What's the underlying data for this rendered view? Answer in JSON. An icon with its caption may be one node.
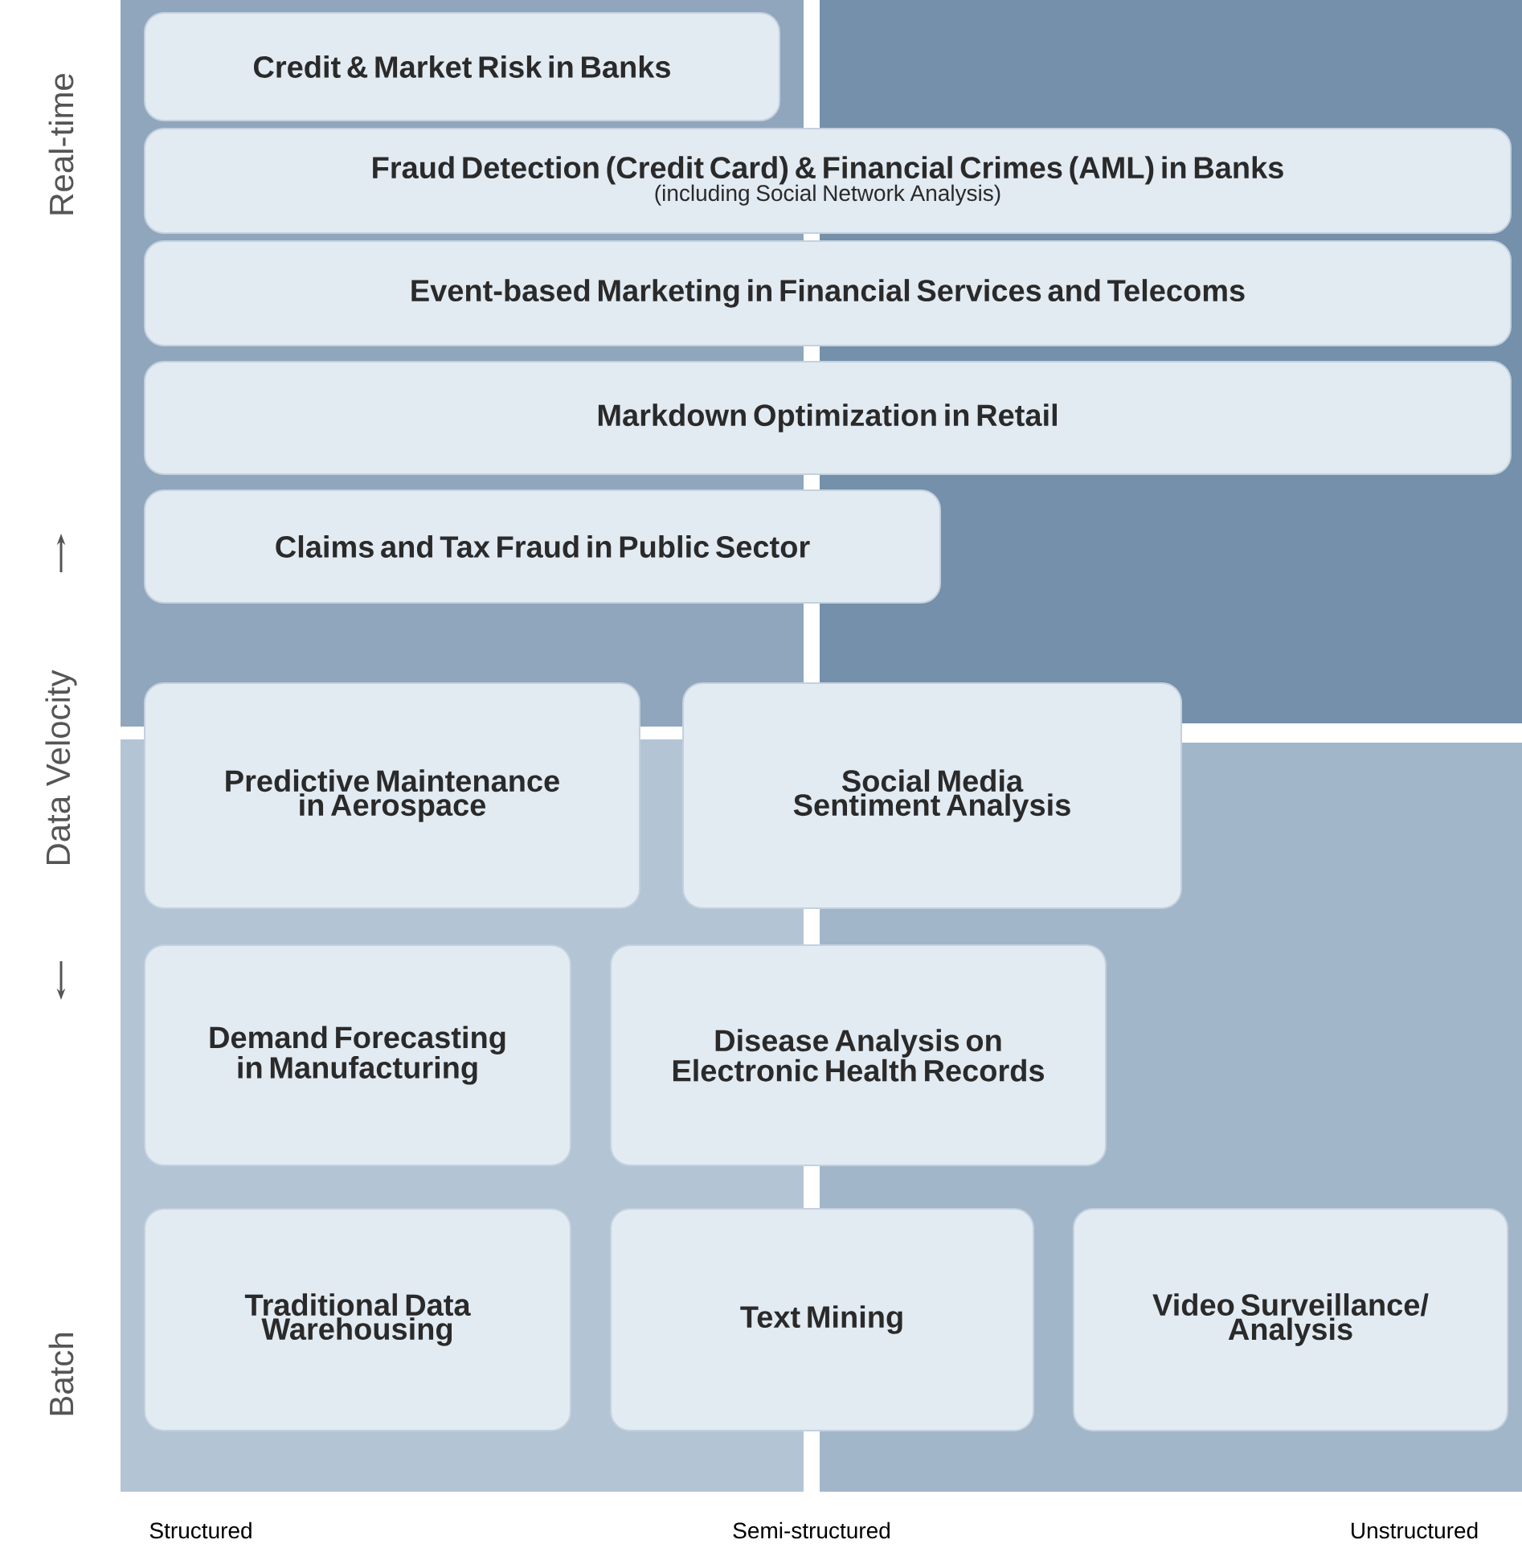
{
  "diagram": {
    "nodes": [
      {
        "text": [
          "Credit & Market Risk in Banks"
        ]
      },
      {
        "text": [
          "Fraud Detection (Credit Card) & Financial Crimes (AML) in Banks",
          "(including Social Network Analysis)"
        ]
      },
      {
        "text": [
          "Event-based Marketing in Financial Services and Telecoms"
        ]
      },
      {
        "text": [
          "Markdown Optimization in Retail"
        ]
      },
      {
        "text": [
          "Claims and Tax Fraud in Public Sector"
        ]
      },
      {
        "text": [
          "Predictive Maintenance in Aerospace"
        ]
      },
      {
        "text": [
          "Social Media Sentiment Analysis"
        ]
      },
      {
        "text": [
          "Demand Forecasting in Manufacturing"
        ]
      },
      {
        "text": [
          "Disease Analysis on Electronic Health Records"
        ]
      },
      {
        "text": [
          "Traditional Data Warehousing"
        ]
      },
      {
        "text": [
          "Text Mining"
        ]
      },
      {
        "text": [
          "Video Surveillance/ Analysis"
        ]
      }
    ],
    "labels": [
      "Real-time",
      "Data Velocity",
      "Batch",
      "Structured",
      "Semi-structured",
      "Unstructured"
    ]
  }
}
